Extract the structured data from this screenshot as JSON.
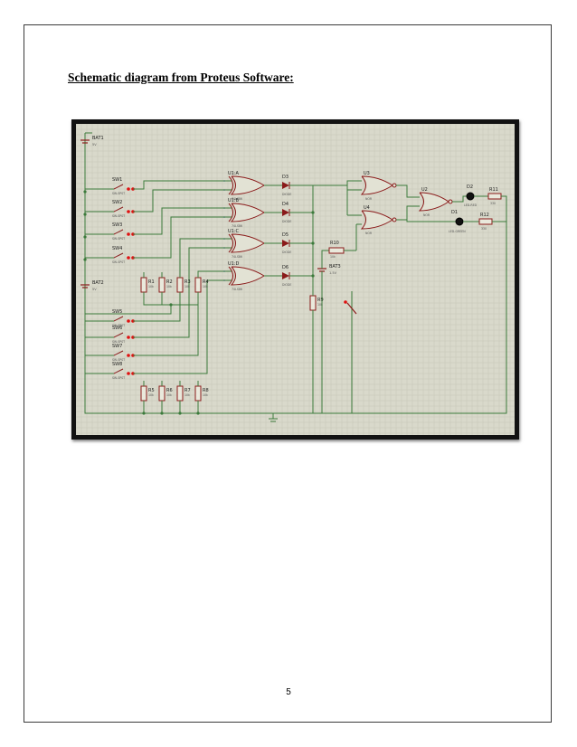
{
  "document": {
    "heading": "Schematic diagram from Proteus Software:",
    "page_number": "5"
  },
  "schematic": {
    "gates": [
      {
        "ref": "U1:A",
        "type": "74LS86"
      },
      {
        "ref": "U1:B",
        "type": "74LS86"
      },
      {
        "ref": "U1:C",
        "type": "74LS86"
      },
      {
        "ref": "U1:D",
        "type": "74LS86"
      },
      {
        "ref": "U3",
        "type": "NOR"
      },
      {
        "ref": "U2",
        "type": "NOR"
      },
      {
        "ref": "U4",
        "type": "NOR"
      }
    ],
    "switches": [
      {
        "ref": "SW1",
        "type": "SW-SPST"
      },
      {
        "ref": "SW2",
        "type": "SW-SPST"
      },
      {
        "ref": "SW3",
        "type": "SW-SPST"
      },
      {
        "ref": "SW4",
        "type": "SW-SPST"
      },
      {
        "ref": "SW5",
        "type": "SW-SPST"
      },
      {
        "ref": "SW6",
        "type": "SW-SPST"
      },
      {
        "ref": "SW7",
        "type": "SW-SPST"
      },
      {
        "ref": "SW8",
        "type": "SW-SPST"
      }
    ],
    "diodes": [
      {
        "ref": "D3",
        "type": "DIODE"
      },
      {
        "ref": "D4",
        "type": "DIODE"
      },
      {
        "ref": "D5",
        "type": "DIODE"
      },
      {
        "ref": "D6",
        "type": "DIODE"
      }
    ],
    "leds": [
      {
        "ref": "D2",
        "type": "LED-RED"
      },
      {
        "ref": "D1",
        "type": "LED-GREEN"
      }
    ],
    "batteries": [
      {
        "ref": "BAT1",
        "value": "5V"
      },
      {
        "ref": "BAT2",
        "value": "5V"
      },
      {
        "ref": "BAT3",
        "value": "1.5V"
      }
    ],
    "resistors_top": [
      {
        "ref": "R1",
        "value": "10k"
      },
      {
        "ref": "R2",
        "value": "10k"
      },
      {
        "ref": "R3",
        "value": "10k"
      },
      {
        "ref": "R4",
        "value": "10k"
      }
    ],
    "resistors_bottom": [
      {
        "ref": "R5",
        "value": "10k"
      },
      {
        "ref": "R6",
        "value": "10k"
      },
      {
        "ref": "R7",
        "value": "10k"
      },
      {
        "ref": "R8",
        "value": "10k"
      }
    ],
    "resistors_misc": [
      {
        "ref": "R9",
        "value": "10k"
      },
      {
        "ref": "R10",
        "value": "10k"
      },
      {
        "ref": "R11",
        "value": "330"
      },
      {
        "ref": "R12",
        "value": "330"
      }
    ],
    "colors": {
      "wire": "#3b7a3b",
      "component": "#8a1a1a",
      "grid": "#c6c6b6",
      "background": "#d9d9cb",
      "pin": "#2040c0",
      "switch_dot": "#e01010"
    }
  }
}
